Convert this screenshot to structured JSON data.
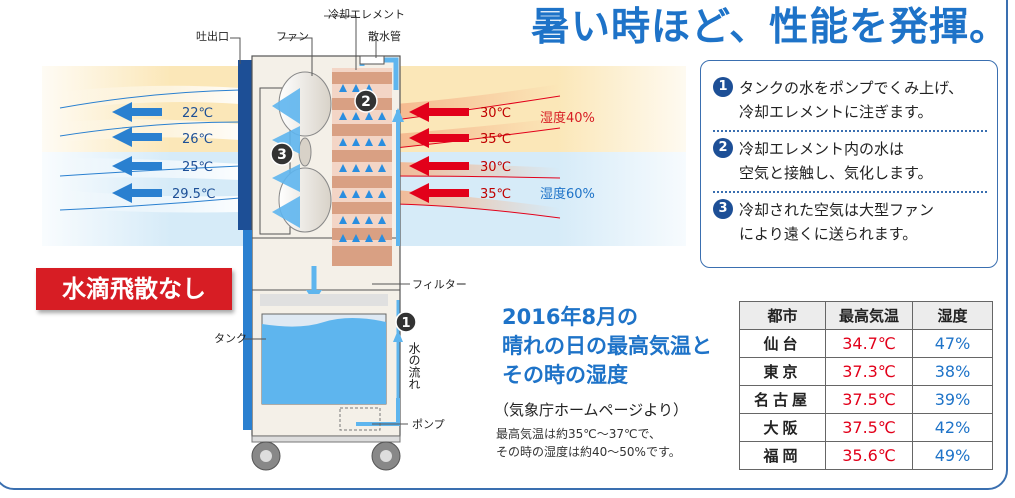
{
  "headline": {
    "part1": "暑い時",
    "part2": "ほど、性能を発揮。"
  },
  "labels": {
    "outlet": "吐出口",
    "fan": "ファン",
    "cooling_element": "冷却エレメント",
    "spray_pipe": "散水管",
    "filter": "フィルター",
    "tank": "タンク",
    "pump": "ポンプ",
    "water_flow": "水の流れ"
  },
  "outflow_temps": [
    "22℃",
    "26℃",
    "25℃",
    "29.5℃"
  ],
  "inflow_temps": [
    "30℃",
    "35℃",
    "30℃",
    "35℃"
  ],
  "humidity": [
    "湿度40%",
    "湿度60%"
  ],
  "diagram_numbers": [
    "1",
    "2",
    "3"
  ],
  "no_drip": "水滴飛散なし",
  "steps": [
    {
      "num": "1",
      "line1": "タンクの水をポンプでくみ上げ、",
      "line2": "冷却エレメントに注ぎます。"
    },
    {
      "num": "2",
      "line1": "冷却エレメント内の水は",
      "line2": "空気と接触し、気化します。"
    },
    {
      "num": "3",
      "line1": "冷却された空気は大型ファン",
      "line2": "により遠くに送られます。"
    }
  ],
  "panel": {
    "title_line1": "2016年8月の",
    "title_line2": "晴れの日の最高気温と",
    "title_line3": "その時の湿度",
    "source": "（気象庁ホームページより）",
    "note_line1": "最高気温は約35℃～37℃で、",
    "note_line2": "その時の湿度は約40～50%です。"
  },
  "table": {
    "headers": [
      "都市",
      "最高気温",
      "湿度"
    ],
    "rows": [
      {
        "city": "仙台",
        "temp": "34.7℃",
        "humidity": "47%"
      },
      {
        "city": "東京",
        "temp": "37.3℃",
        "humidity": "38%"
      },
      {
        "city": "名古屋",
        "temp": "37.5℃",
        "humidity": "39%"
      },
      {
        "city": "大阪",
        "temp": "37.5℃",
        "humidity": "42%"
      },
      {
        "city": "福岡",
        "temp": "35.6℃",
        "humidity": "49%"
      }
    ]
  },
  "colors": {
    "accent_blue": "#1e73c8",
    "warm_zone": "#fbe7b8",
    "cool_zone": "#d6ebf8",
    "hot_arrow": "#e2001a",
    "cool_arrow": "#2a80d0",
    "element_brown": "#d9a083",
    "water": "#5eb5ee",
    "badge_red": "#d71d24"
  }
}
